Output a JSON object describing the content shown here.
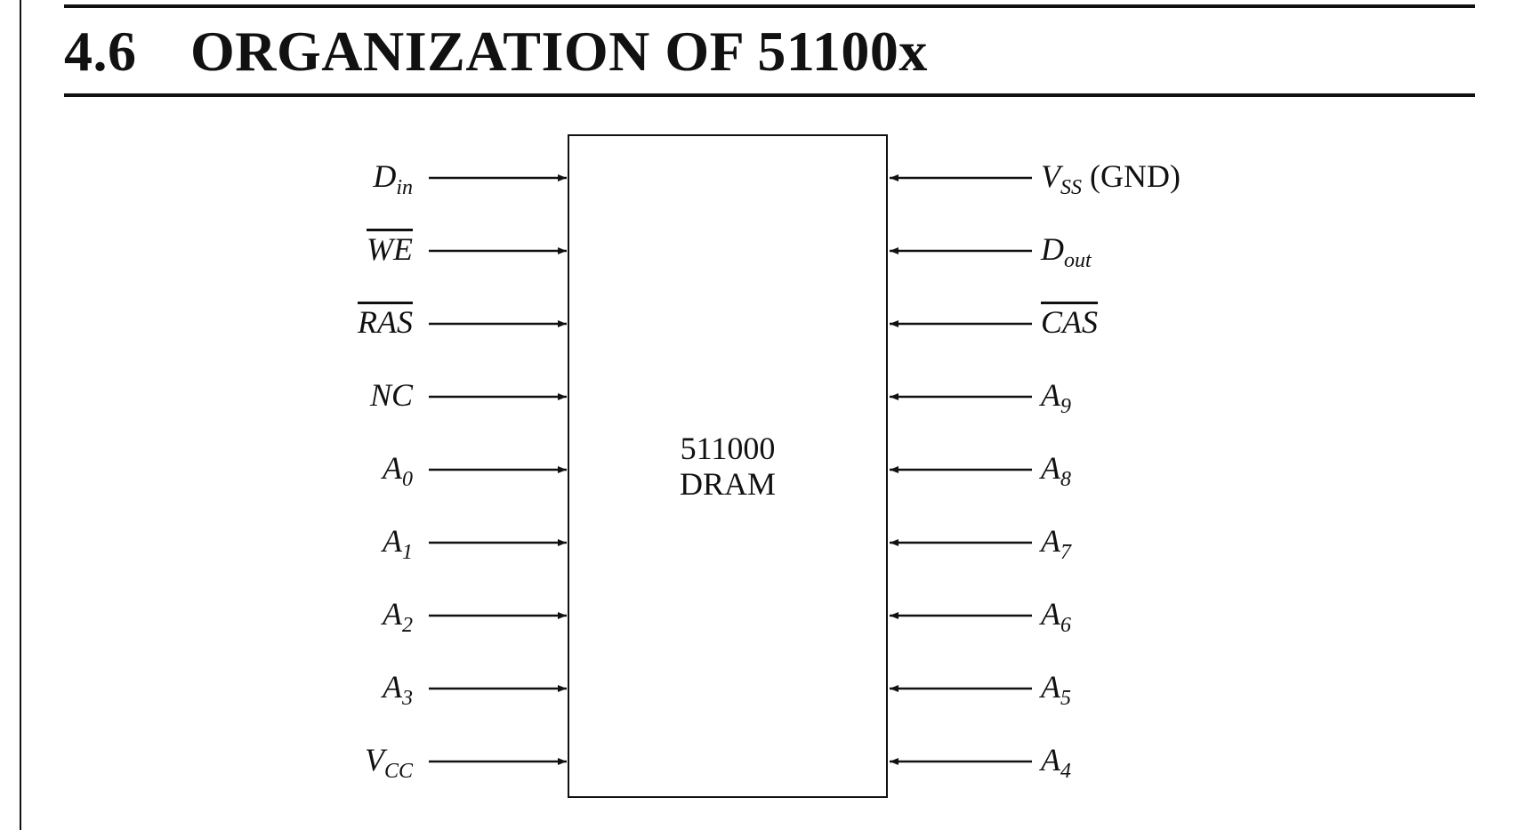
{
  "section": {
    "number": "4.6",
    "title": "ORGANIZATION OF 51100x"
  },
  "chip": {
    "line1": "511000",
    "line2": "DRAM"
  },
  "left_pins": [
    {
      "main": "D",
      "sub": "in",
      "bar": false
    },
    {
      "main": "WE",
      "sub": "",
      "bar": true
    },
    {
      "main": "RAS",
      "sub": "",
      "bar": true
    },
    {
      "main": "NC",
      "sub": "",
      "bar": false
    },
    {
      "main": "A",
      "sub": "0",
      "bar": false
    },
    {
      "main": "A",
      "sub": "1",
      "bar": false
    },
    {
      "main": "A",
      "sub": "2",
      "bar": false
    },
    {
      "main": "A",
      "sub": "3",
      "bar": false
    },
    {
      "main": "V",
      "sub": "CC",
      "bar": false
    }
  ],
  "right_pins": [
    {
      "main": "V",
      "sub": "SS",
      "bar": false,
      "suffix": "(GND)"
    },
    {
      "main": "D",
      "sub": "out",
      "bar": false
    },
    {
      "main": "CAS",
      "sub": "",
      "bar": true
    },
    {
      "main": "A",
      "sub": "9",
      "bar": false
    },
    {
      "main": "A",
      "sub": "8",
      "bar": false
    },
    {
      "main": "A",
      "sub": "7",
      "bar": false
    },
    {
      "main": "A",
      "sub": "6",
      "bar": false
    },
    {
      "main": "A",
      "sub": "5",
      "bar": false
    },
    {
      "main": "A",
      "sub": "4",
      "bar": false
    }
  ]
}
